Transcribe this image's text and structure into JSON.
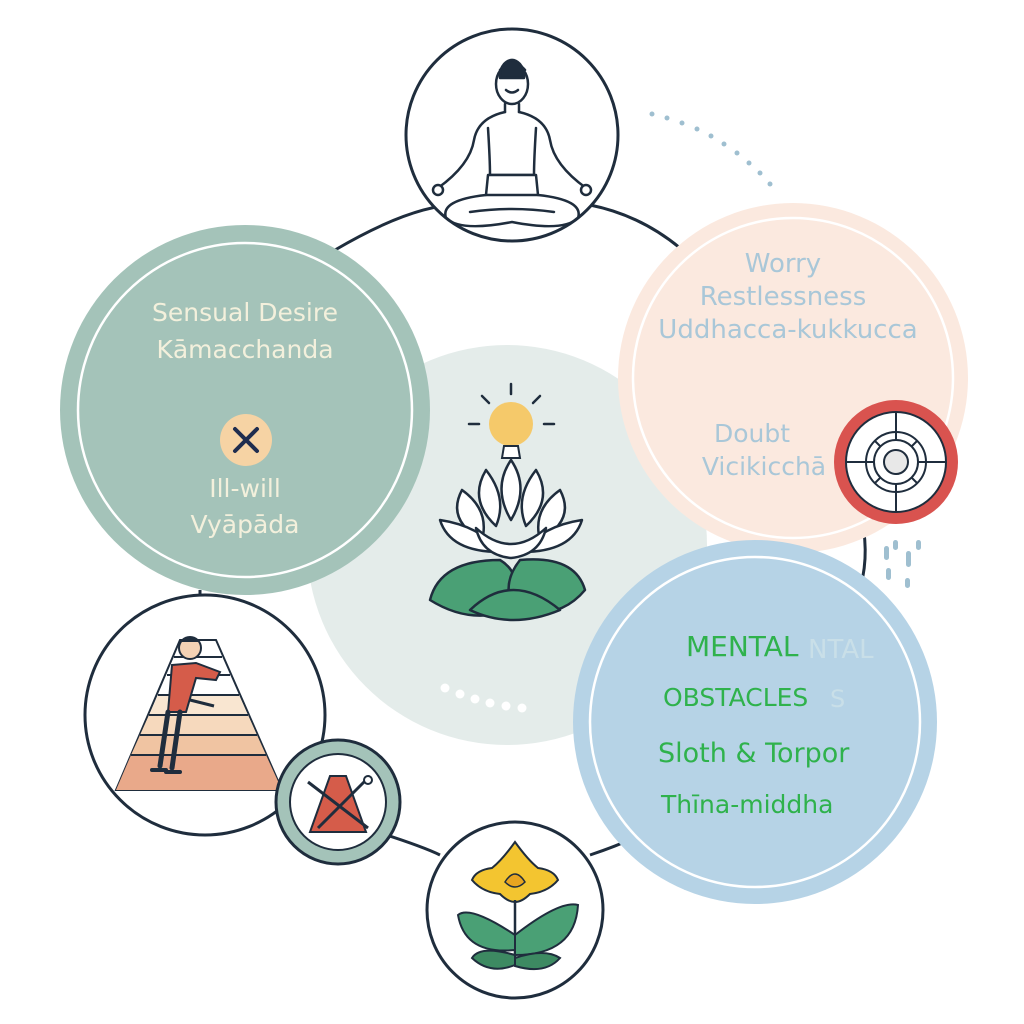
{
  "colors": {
    "teal_circle": "#a4c3b9",
    "peach_circle": "#fbe9df",
    "blue_circle": "#b6d3e6",
    "center_circle": "#e4ecea",
    "outline": "#1f2d3d",
    "green_text": "#2fb24c",
    "light_text": "#f3f0dc",
    "blue_text": "#a9c7d8",
    "red_icon": "#d9534f",
    "leaf_green": "#4aa075",
    "sun": "#f5c96a"
  },
  "hindrances": {
    "sensual_desire": {
      "english": "Sensual Desire",
      "pali": "Kāmacchanda"
    },
    "ill_will": {
      "english": "Ill-will",
      "pali": "Vyāpāda"
    },
    "worry": {
      "line1": "Worry",
      "line2": "Restlessness",
      "pali": "Uddhacca-kukkucca"
    },
    "doubt": {
      "english": "Doubt",
      "pali": "Vicikicchā"
    },
    "sloth": {
      "english": "Sloth & Torpor",
      "pali": "Thīna-middha"
    }
  },
  "center_title": {
    "line1": "MENTAL",
    "line2": "OBSTACLES"
  },
  "icons": {
    "top": "meditating-person-icon",
    "center": "lotus-sun-icon",
    "bottom": "yellow-flower-icon",
    "left": "person-climbing-pyramid-icon",
    "left_badge": "crossed-pyramid-icon",
    "right_badge": "target-gear-icon",
    "x_mark": "x-mark-icon"
  }
}
